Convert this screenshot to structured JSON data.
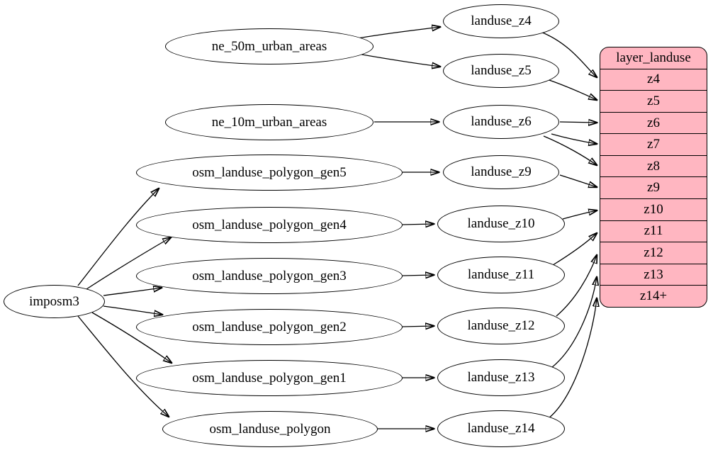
{
  "diagram": {
    "type": "graphviz-flow",
    "background": "#ffffff",
    "edge_color": "#000000",
    "node_fill": "#ffffff",
    "nodes": {
      "imposm3": "imposm3",
      "ne_50m_urban_areas": "ne_50m_urban_areas",
      "ne_10m_urban_areas": "ne_10m_urban_areas",
      "osm_landuse_polygon_gen5": "osm_landuse_polygon_gen5",
      "osm_landuse_polygon_gen4": "osm_landuse_polygon_gen4",
      "osm_landuse_polygon_gen3": "osm_landuse_polygon_gen3",
      "osm_landuse_polygon_gen2": "osm_landuse_polygon_gen2",
      "osm_landuse_polygon_gen1": "osm_landuse_polygon_gen1",
      "osm_landuse_polygon": "osm_landuse_polygon",
      "landuse_z4": "landuse_z4",
      "landuse_z5": "landuse_z5",
      "landuse_z6": "landuse_z6",
      "landuse_z9": "landuse_z9",
      "landuse_z10": "landuse_z10",
      "landuse_z11": "landuse_z11",
      "landuse_z12": "landuse_z12",
      "landuse_z13": "landuse_z13",
      "landuse_z14": "landuse_z14"
    },
    "table": {
      "title": "layer_landuse",
      "fill": "#ffb6c1",
      "rows": [
        "z4",
        "z5",
        "z6",
        "z7",
        "z8",
        "z9",
        "z10",
        "z11",
        "z12",
        "z13",
        "z14+"
      ]
    },
    "edges": [
      {
        "from": "ne_50m_urban_areas",
        "to": "landuse_z4"
      },
      {
        "from": "ne_50m_urban_areas",
        "to": "landuse_z5"
      },
      {
        "from": "ne_10m_urban_areas",
        "to": "landuse_z6"
      },
      {
        "from": "imposm3",
        "to": "osm_landuse_polygon_gen5"
      },
      {
        "from": "imposm3",
        "to": "osm_landuse_polygon_gen4"
      },
      {
        "from": "imposm3",
        "to": "osm_landuse_polygon_gen3"
      },
      {
        "from": "imposm3",
        "to": "osm_landuse_polygon_gen2"
      },
      {
        "from": "imposm3",
        "to": "osm_landuse_polygon_gen1"
      },
      {
        "from": "imposm3",
        "to": "osm_landuse_polygon"
      },
      {
        "from": "osm_landuse_polygon_gen5",
        "to": "landuse_z9"
      },
      {
        "from": "osm_landuse_polygon_gen4",
        "to": "landuse_z10"
      },
      {
        "from": "osm_landuse_polygon_gen3",
        "to": "landuse_z11"
      },
      {
        "from": "osm_landuse_polygon_gen2",
        "to": "landuse_z12"
      },
      {
        "from": "osm_landuse_polygon_gen1",
        "to": "landuse_z13"
      },
      {
        "from": "osm_landuse_polygon",
        "to": "landuse_z14"
      },
      {
        "from": "landuse_z4",
        "to": "layer_landuse.z4"
      },
      {
        "from": "landuse_z5",
        "to": "layer_landuse.z5"
      },
      {
        "from": "landuse_z6",
        "to": "layer_landuse.z6"
      },
      {
        "from": "landuse_z6",
        "to": "layer_landuse.z7"
      },
      {
        "from": "landuse_z6",
        "to": "layer_landuse.z8"
      },
      {
        "from": "landuse_z9",
        "to": "layer_landuse.z9"
      },
      {
        "from": "landuse_z10",
        "to": "layer_landuse.z10"
      },
      {
        "from": "landuse_z11",
        "to": "layer_landuse.z11"
      },
      {
        "from": "landuse_z12",
        "to": "layer_landuse.z12"
      },
      {
        "from": "landuse_z13",
        "to": "layer_landuse.z13"
      },
      {
        "from": "landuse_z14",
        "to": "layer_landuse.z14+"
      }
    ]
  }
}
